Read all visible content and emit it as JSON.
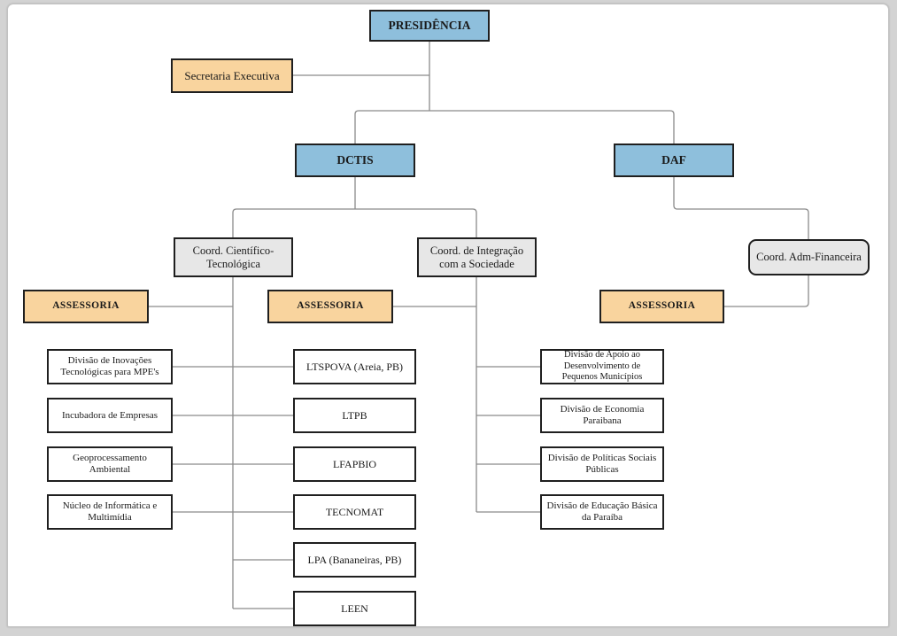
{
  "org_chart": {
    "presidencia": "PRESIDÊNCIA",
    "secretaria_executiva": "Secretaria Executiva",
    "dctis": "DCTIS",
    "daf": "DAF",
    "coord_cientifico_tecnologica": "Coord. Científico-Tecnológica",
    "coord_integracao_sociedade": "Coord. de Integração com a Sociedade",
    "coord_adm_financeira": "Coord. Adm-Financeira",
    "assessoria_cientifico": "ASSESSORIA",
    "assessoria_sociedade": "ASSESSORIA",
    "assessoria_adm": "ASSESSORIA",
    "divisoes_cientifico": [
      "Divisão de Inovações Tecnológicas para MPE's",
      "Incubadora de Empresas",
      "Geoprocessamento Ambiental",
      "Núcleo de Informática e Multimídia"
    ],
    "laboratorios": [
      "LTSPOVA (Areia, PB)",
      "LTPB",
      "LFAPBIO",
      "TECNOMAT",
      "LPA (Bananeiras, PB)",
      "LEEN"
    ],
    "divisoes_sociedade": [
      "Divisão de Apoio ao Desenvolvimento de Pequenos Municípios",
      "Divisão de Economia Paraibana",
      "Divisão de Políticas Sociais Públicas",
      "Divisão de Educação Básica da Paraíba"
    ]
  },
  "colors": {
    "node-blue": "#8ebfdc",
    "node-orange": "#f9d49e",
    "node-gray": "#e7e7e7",
    "node-border": "#1f1f1f",
    "connector": "#8a8a8a",
    "page-bg": "#ffffff"
  }
}
